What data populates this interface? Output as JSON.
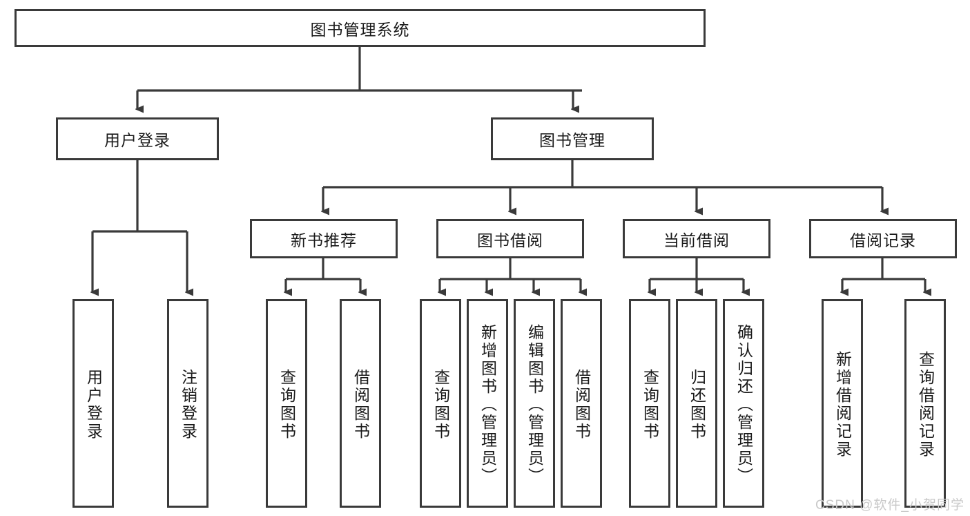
{
  "diagram": {
    "title": "图书管理系统",
    "type": "tree-hierarchy-chart",
    "root": {
      "label": "图书管理系统"
    },
    "level2": [
      {
        "label": "用户登录"
      },
      {
        "label": "图书管理"
      }
    ],
    "level3": [
      {
        "label": "新书推荐"
      },
      {
        "label": "图书借阅"
      },
      {
        "label": "当前借阅"
      },
      {
        "label": "借阅记录"
      }
    ],
    "leaves": {
      "user_login": [
        {
          "label": "用户登录"
        },
        {
          "label": "注销登录"
        }
      ],
      "new_book": [
        {
          "label": "查询图书"
        },
        {
          "label": "借阅图书"
        }
      ],
      "book_borrow": [
        {
          "label": "查询图书"
        },
        {
          "label": "新增图书（管理员）"
        },
        {
          "label": "编辑图书（管理员）"
        },
        {
          "label": "借阅图书"
        }
      ],
      "current_borrow": [
        {
          "label": "查询图书"
        },
        {
          "label": "归还图书"
        },
        {
          "label": "确认归还（管理员）"
        }
      ],
      "borrow_record": [
        {
          "label": "新增借阅记录"
        },
        {
          "label": "查询借阅记录"
        }
      ]
    }
  },
  "watermark": {
    "text": "CSDN @软件_小贺同学"
  },
  "colors": {
    "box_border": "#3a3a3a",
    "box_fill": "#ffffff",
    "connector": "#3a3a3a",
    "text": "#1a1a1a",
    "watermark": "#c9c9c9"
  }
}
